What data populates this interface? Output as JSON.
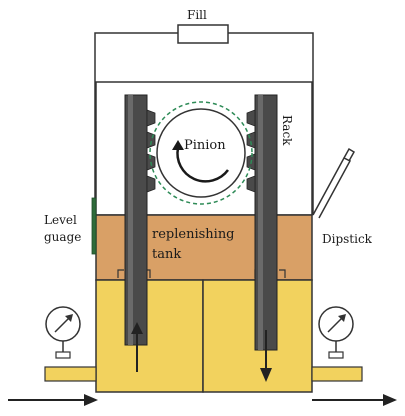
{
  "diagram": {
    "labels": {
      "fill": "Fill",
      "rack": "Rack",
      "pinion": "Pinion",
      "level_gauge_line1": "Level",
      "level_gauge_line2": "guage",
      "tank_line1": "replenishing",
      "tank_line2": "tank",
      "dipstick": "Dipstick"
    },
    "colors": {
      "oil_yellow": "#f2d25e",
      "tank_orange": "#d9a066",
      "rack_dark": "#4a4a4a",
      "outline": "#333333",
      "label_text": "#1a1a1a",
      "flow_arrow": "#222222"
    },
    "icons": [
      "pressure-gauge-icon",
      "pressure-gauge-icon",
      "rotation-arrow-icon",
      "dipstick-icon"
    ]
  }
}
